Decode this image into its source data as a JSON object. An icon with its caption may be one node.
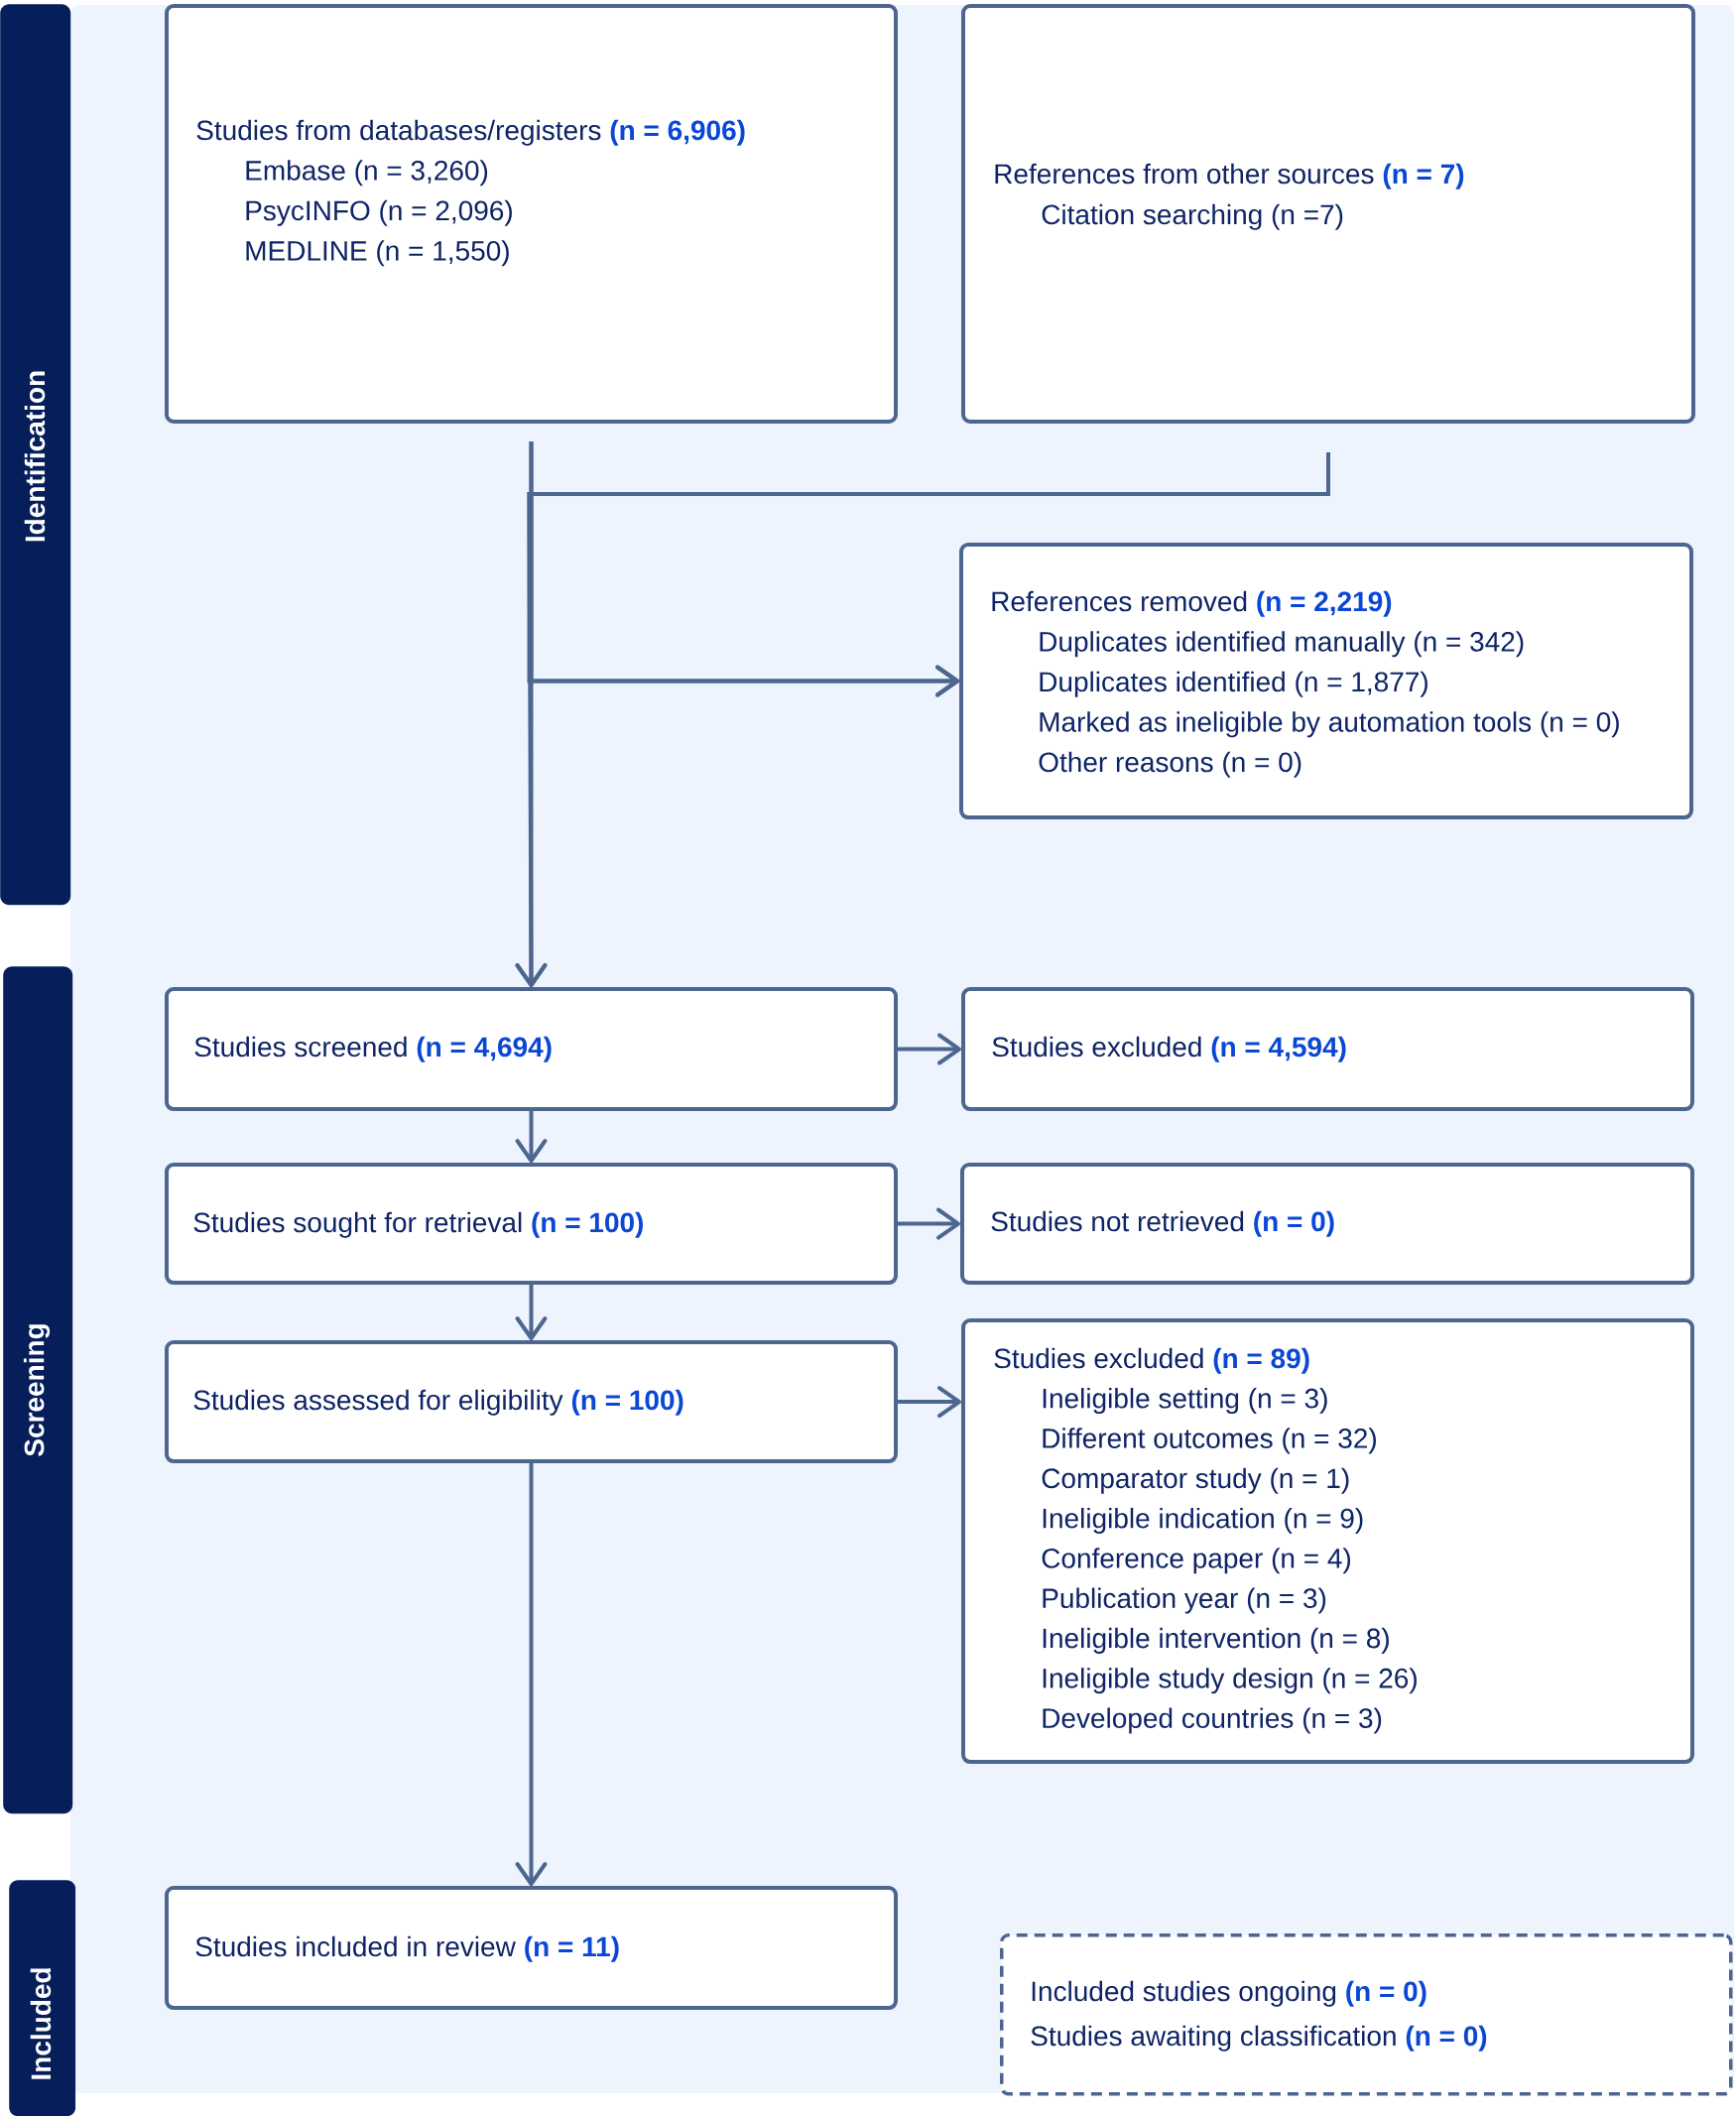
{
  "diagram": {
    "nodes": [
      {
        "text": [
          "Identification"
        ]
      },
      {
        "text": [
          "Screening"
        ]
      },
      {
        "text": [
          "Included"
        ]
      },
      {
        "text": [
          "Studies from databases/registers **(n = 6,906)**",
          "Embase (n = 3,260)",
          "PsycINFO (n = 2,096)",
          "MEDLINE (n = 1,550)"
        ]
      },
      {
        "text": [
          "References from other sources **(n = 7)**",
          "Citation searching (n =7)"
        ]
      },
      {
        "text": [
          "References removed **(n = 2,219)**",
          "Duplicates identified manually (n = 342)",
          "Duplicates identified (n = 1,877)",
          "Marked as ineligible by automation tools (n = 0)",
          "Other reasons (n = 0)"
        ]
      },
      {
        "text": [
          "Studies screened **(n = 4,694)**"
        ]
      },
      {
        "text": [
          "Studies excluded **(n = 4,594)**"
        ]
      },
      {
        "text": [
          "Studies sought for retrieval **(n = 100)**"
        ]
      },
      {
        "text": [
          "Studies not retrieved **(n = 0)**"
        ]
      },
      {
        "text": [
          "Studies assessed for eligibility **(n = 100)**"
        ]
      },
      {
        "text": [
          "Studies excluded **(n = 89)**",
          "Ineligible setting (n = 3)",
          "Different outcomes (n = 32)",
          "Comparator study (n = 1)",
          "Ineligible indication (n = 9)",
          "Conference paper (n = 4)",
          "Publication year (n = 3)",
          "Ineligible intervention (n = 8)",
          "Ineligible study design (n = 26)",
          "Developed countries (n = 3)"
        ]
      },
      {
        "text": [
          "Studies included in review **(n = 11)**"
        ]
      },
      {
        "text": [
          "Included studies ongoing **(n = 0)**",
          "Studies awaiting classification **(n = 0)**"
        ]
      }
    ],
    "edges": [
      {
        "from": 3,
        "to": 5,
        "arrow": "to"
      },
      {
        "from": 3,
        "to": 6,
        "arrow": "to"
      },
      {
        "from": 4,
        "to": 5,
        "arrow": "to"
      },
      {
        "from": 4,
        "to": 6,
        "arrow": "to"
      },
      {
        "from": 6,
        "to": 7,
        "arrow": "to"
      },
      {
        "from": 6,
        "to": 8,
        "arrow": "to"
      },
      {
        "from": 8,
        "to": 9,
        "arrow": "to"
      },
      {
        "from": 8,
        "to": 10,
        "arrow": "to"
      },
      {
        "from": 10,
        "to": 11,
        "arrow": "to"
      },
      {
        "from": 10,
        "to": 12,
        "arrow": "to"
      }
    ]
  }
}
